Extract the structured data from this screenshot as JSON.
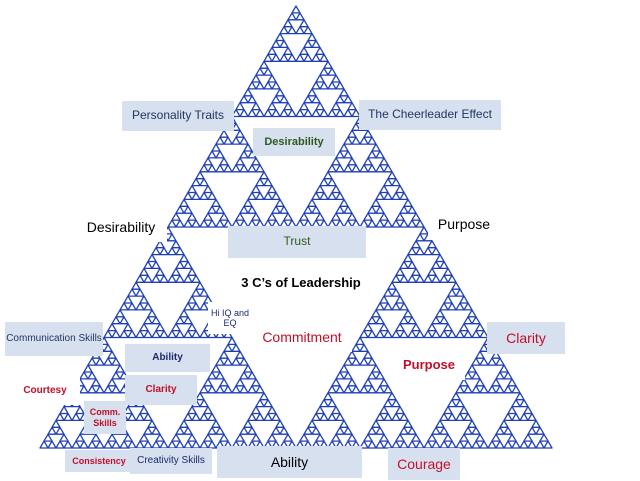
{
  "colors": {
    "fractal": "#1f3fb4",
    "box": "#d7e0ee"
  },
  "labels": {
    "personality_traits": "Personality Traits",
    "cheerleader_effect": "The Cheerleader Effect",
    "desirability_top": "Desirability",
    "desirability_left": "Desirability",
    "purpose_right": "Purpose",
    "trust": "Trust",
    "three_cs": "3 C’s of Leadership",
    "hi_iq_eq": "Hi IQ and EQ",
    "communication_skills": "Communication Skills",
    "commitment": "Commitment",
    "clarity_right": "Clarity",
    "ability_small": "Ability",
    "purpose_center": "Purpose",
    "courtesy": "Courtesy",
    "clarity_small": "Clarity",
    "comm_skills": "Comm. Skills",
    "consistency": "Consistency",
    "creativity_skills": "Creativity Skills",
    "ability_bottom": "Ability",
    "courage": "Courage"
  }
}
